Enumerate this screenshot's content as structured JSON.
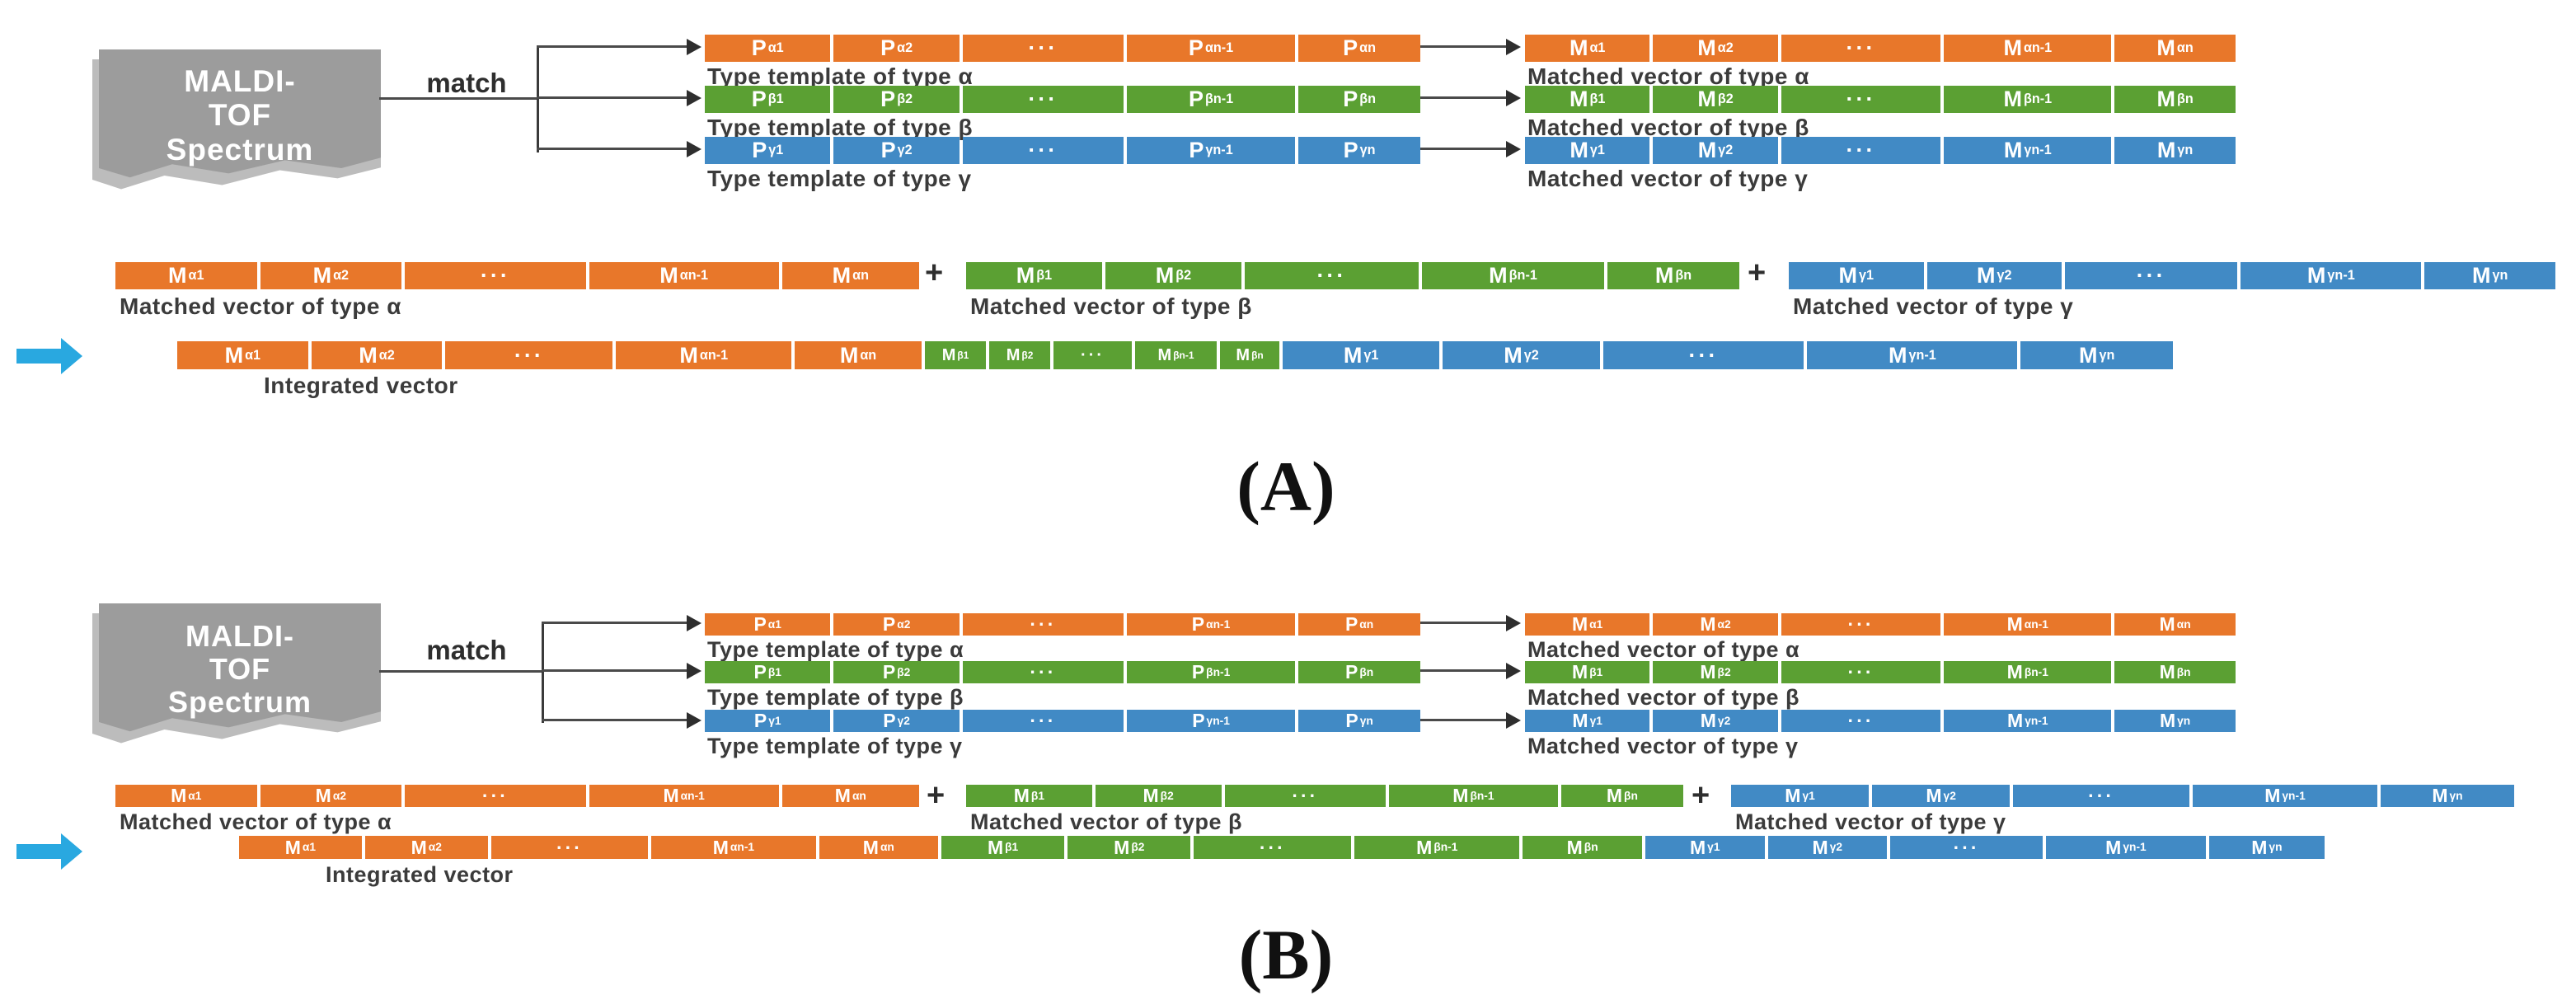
{
  "figure": {
    "caption_a": "(A)",
    "caption_b": "(B)",
    "source_box": {
      "line1": "MALDI-",
      "line2": "TOF",
      "line3": "Spectrum"
    },
    "match_label": "match",
    "plus_sign": "+",
    "labels": {
      "type_template_alpha": "Type template of type α",
      "type_template_beta": "Type template of type β",
      "type_template_gamma": "Type template of type γ",
      "matched_vector_alpha": "Matched vector of type α",
      "matched_vector_beta": "Matched vector of type β",
      "matched_vector_gamma": "Matched vector of type γ",
      "integrated_vector": "Integrated vector"
    },
    "colors": {
      "orange": "#E8772A",
      "green": "#5BA033",
      "blue": "#418AC5",
      "source_box_gray": "#9C9C9C",
      "integrated_arrow_blue": "#29A8E0"
    },
    "icons": [
      "right-arrow-icon",
      "integration-arrow-icon"
    ],
    "cell_sets": {
      "template_alpha": [
        {
          "m": "P",
          "s": "α1"
        },
        {
          "m": "P",
          "s": "α2"
        },
        {
          "m": "···",
          "s": ""
        },
        {
          "m": "P",
          "s": "αn-1"
        },
        {
          "m": "P",
          "s": "αn"
        }
      ],
      "template_beta": [
        {
          "m": "P",
          "s": "β1"
        },
        {
          "m": "P",
          "s": "β2"
        },
        {
          "m": "···",
          "s": ""
        },
        {
          "m": "P",
          "s": "βn-1"
        },
        {
          "m": "P",
          "s": "βn"
        }
      ],
      "template_gamma": [
        {
          "m": "P",
          "s": "γ1"
        },
        {
          "m": "P",
          "s": "γ2"
        },
        {
          "m": "···",
          "s": ""
        },
        {
          "m": "P",
          "s": "γn-1"
        },
        {
          "m": "P",
          "s": "γn"
        }
      ],
      "matched_alpha": [
        {
          "m": "M",
          "s": "α1"
        },
        {
          "m": "M",
          "s": "α2"
        },
        {
          "m": "···",
          "s": ""
        },
        {
          "m": "M",
          "s": "αn-1"
        },
        {
          "m": "M",
          "s": "αn"
        }
      ],
      "matched_beta": [
        {
          "m": "M",
          "s": "β1"
        },
        {
          "m": "M",
          "s": "β2"
        },
        {
          "m": "···",
          "s": ""
        },
        {
          "m": "M",
          "s": "βn-1"
        },
        {
          "m": "M",
          "s": "βn"
        }
      ],
      "matched_gamma": [
        {
          "m": "M",
          "s": "γ1"
        },
        {
          "m": "M",
          "s": "γ2"
        },
        {
          "m": "···",
          "s": ""
        },
        {
          "m": "M",
          "s": "γn-1"
        },
        {
          "m": "M",
          "s": "γn"
        }
      ]
    }
  }
}
